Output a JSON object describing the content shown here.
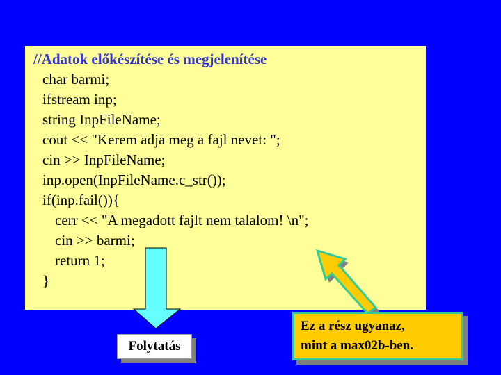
{
  "code": {
    "lines": [
      "//Adatok előkészítése és megjelenítése",
      "char barmi;",
      "ifstream inp;",
      "string InpFileName;",
      "cout << \"Kerem adja meg a fajl nevet: \";",
      "cin >> InpFileName;",
      "inp.open(InpFileName.c_str());",
      "if(inp.fail()){",
      "cerr << \"A megadott fajlt nem talalom! \\n\";",
      "cin >> barmi;",
      "return 1;",
      "}"
    ]
  },
  "continue_button": {
    "label": "Folytatás"
  },
  "note": {
    "lines": [
      "Ez a rész ugyanaz,",
      "mint a max02b-ben."
    ]
  },
  "colors": {
    "background": "#0000ff",
    "code_box": "#ffff99",
    "comment_text": "#3333cc",
    "down_arrow": "#66ffff",
    "up_arrow": "#ffcc00",
    "note_border": "#33cc99"
  }
}
